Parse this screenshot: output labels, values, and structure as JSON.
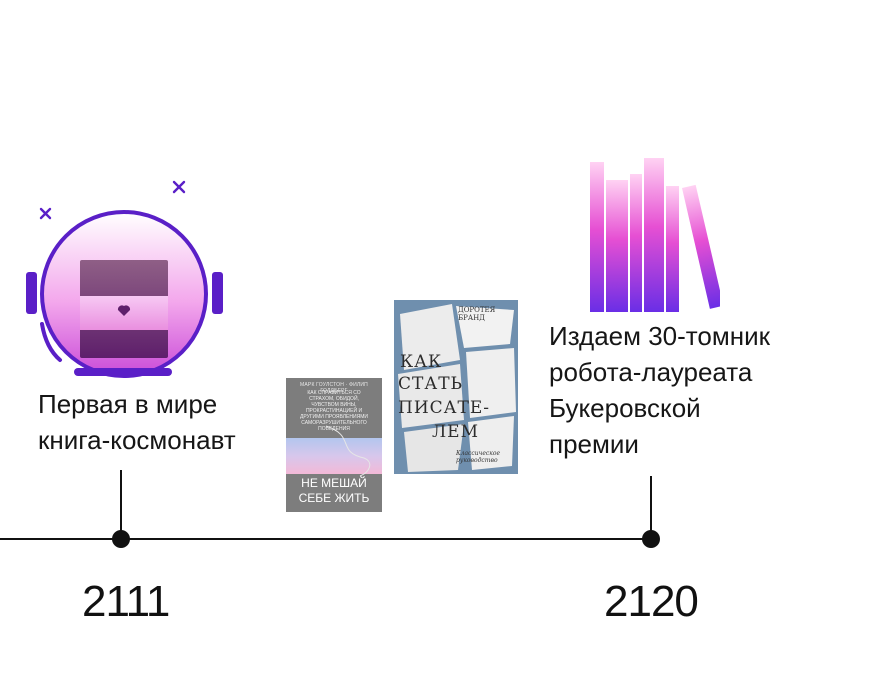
{
  "milestones": [
    {
      "caption_lines": [
        "Первая в мире",
        "книга-космонавт"
      ]
    },
    {
      "caption_lines": [
        "Издаем 30-томник",
        "робота-лауреата",
        "Букеровской",
        "премии"
      ]
    }
  ],
  "years": {
    "left": "2111",
    "right": "2120"
  },
  "book_covers": {
    "first": {
      "authors": "МАРК ГОУЛСТОН · ФИЛИП ГОЛДБЕРГ",
      "blurb": "КАК СПРАВИТЬСЯ СО СТРАХОМ, ОБИДОЙ, ЧУВСТВОМ ВИНЫ, ПРОКРАСТИНАЦИЕЙ И ДРУГИМИ ПРОЯВЛЕНИЯМИ САМОРАЗРУШИТЕЛЬНОГО ПОВЕДЕНИЯ",
      "title_line1": "НЕ МЕШАЙ",
      "title_line2": "СЕБЕ ЖИТЬ"
    },
    "second": {
      "title_line1": "КАК",
      "title_line2": "СТАТЬ",
      "title_line3": "ПИСАТЕ-",
      "title_line4": "ЛЕМ",
      "author": "ДОРОТЕЯ БРАНД",
      "subtitle": "Классическое руководство"
    }
  },
  "colors": {
    "accent_purple": "#5a1fc7",
    "pink": "#f39ce6",
    "magenta": "#c53dd9",
    "text": "#161616"
  },
  "icons": [
    "astronaut-book-icon",
    "sparkle-x-icon",
    "books-stack-icon"
  ]
}
